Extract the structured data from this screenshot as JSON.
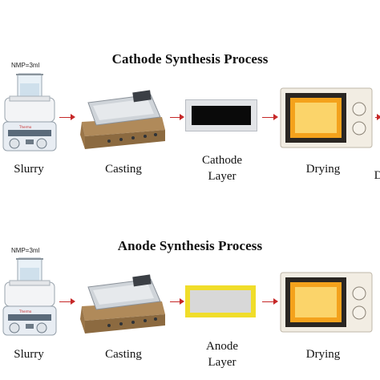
{
  "cathode": {
    "title": "Cathode Synthesis Process",
    "nmp": "NMP=3ml",
    "steps": [
      "Slurry",
      "Casting",
      "Cathode\nLayer",
      "Drying",
      "D"
    ],
    "layer_color": "#0a0a0a"
  },
  "anode": {
    "title": "Anode Synthesis Process",
    "nmp": "NMP=3ml",
    "steps": [
      "Slurry",
      "Casting",
      "Anode\nLayer",
      "Drying"
    ],
    "layer_color": "#d8d8d8",
    "layer_border_color": "#f0dd2a"
  },
  "colors": {
    "arrow": "#c62828",
    "oven_glow": "#f4a21c"
  }
}
